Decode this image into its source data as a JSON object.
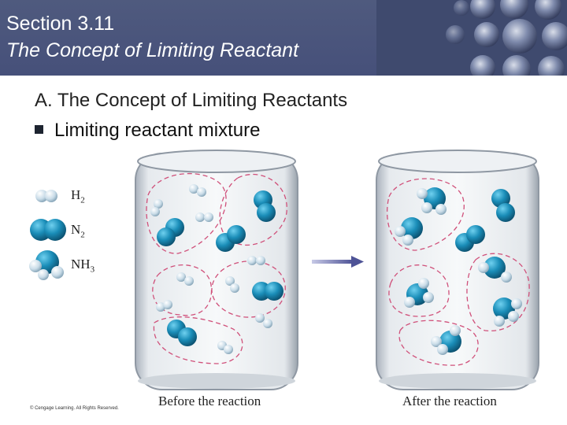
{
  "header": {
    "section": "Section 3.11",
    "title": "The Concept of Limiting Reactant"
  },
  "slide": {
    "heading": "A. The Concept of Limiting Reactants",
    "bullet": "Limiting reactant mixture"
  },
  "legend": [
    {
      "formula": "H",
      "subscript": "2"
    },
    {
      "formula": "N",
      "subscript": "2"
    },
    {
      "formula": "NH",
      "subscript": "3"
    }
  ],
  "captions": {
    "before": "Before the reaction",
    "after": "After the reaction"
  },
  "copyright": "© Cengage Learning. All Rights Reserved.",
  "colors": {
    "header_bg": "#3f4a6e",
    "nitrogen": "#1a8db8",
    "hydrogen": "#c9dce8",
    "dashed_outline": "#d0507a",
    "arrow": "#5a5f9c"
  },
  "icons": [
    "bullet-square-icon",
    "reaction-arrow-icon"
  ]
}
